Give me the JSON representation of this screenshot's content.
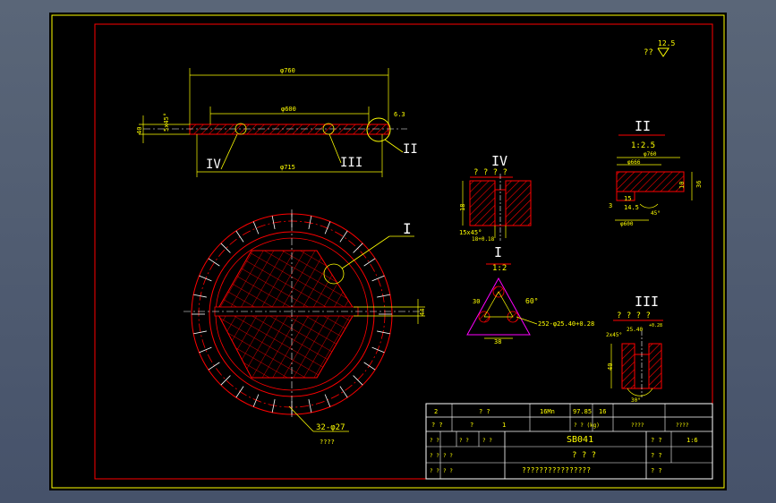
{
  "colors": {
    "background": "#000000",
    "frame": "#ffff00",
    "border": "#ff0000",
    "dimension": "#ffff00",
    "hatch": "#ff0000",
    "white": "#ffffff",
    "magenta": "#ff00ff"
  },
  "roughness": {
    "prefix": "??",
    "value": "12.5"
  },
  "top_view": {
    "dim_outer": "φ760",
    "dim_inner": "φ600",
    "dim_bottom": "φ715",
    "dim_height": "40",
    "dim_chamfer": "5x45°",
    "dim_small": "6.3",
    "callout_left": "IV",
    "callout_mid": "III",
    "callout_right": "II"
  },
  "plan_view": {
    "callout": "I",
    "hole_note": "32-φ27",
    "hole_sub": "????",
    "dim_rib": "44"
  },
  "detail_iv": {
    "title": "IV",
    "subtitle": "? ? ? ?",
    "dim_height": "18",
    "dim_chamfer": "15x45°",
    "dim_width": "18+0.18"
  },
  "detail_i": {
    "title": "I",
    "scale": "1:2",
    "dim_angle": "60°",
    "dim_width": "38",
    "dim_side": "30",
    "note": "252-φ25.40+0.28"
  },
  "detail_ii": {
    "title": "II",
    "scale": "1:2.5",
    "dim_outer": "φ760",
    "dim_inner": "φ666",
    "dim_a": "15",
    "dim_b": "14.5",
    "dim_c": "3",
    "dim_d": "φ600",
    "dim_e": "36",
    "dim_f": "10",
    "dim_angle": "45°"
  },
  "detail_iii": {
    "title": "III",
    "subtitle": "? ? ? ?",
    "dim_chamfer": "2x45°",
    "dim_width": "25.40",
    "dim_tol": "+0.28",
    "dim_height": "40",
    "dim_angle": "30°"
  },
  "title_block": {
    "row1": [
      "2",
      "? ?",
      "",
      "16Mn",
      "97.85",
      "16",
      ""
    ],
    "row2": [
      "? ?",
      "?",
      "1",
      "? ? (kg)",
      "? ?",
      "????",
      "????"
    ],
    "drawing_no": "SB041",
    "part_name": "? ? ?",
    "company": "????????????????",
    "scale_label": "? ?",
    "scale_value": "1:6",
    "qty_label": "? ?",
    "sheet_label": "? ?",
    "left_cells": [
      "? ?",
      "? ?",
      "? ?",
      "? ?",
      "? ?"
    ],
    "mid_cells": [
      "? ?",
      "? ?"
    ]
  }
}
